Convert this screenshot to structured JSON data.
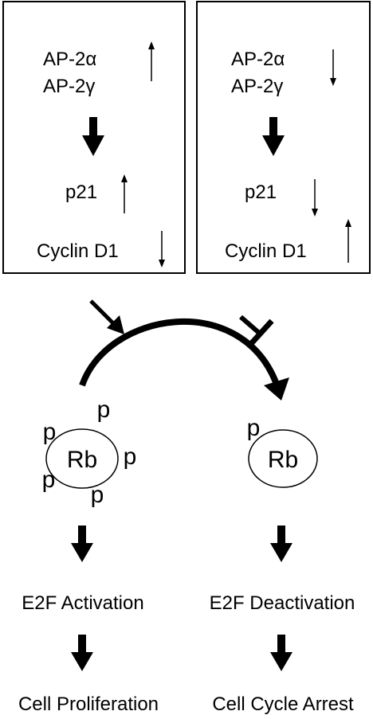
{
  "left_box": {
    "ap2_alpha": "AP-2α",
    "ap2_gamma": "AP-2γ",
    "p21": "p21",
    "cyclin_d1": "Cyclin D1"
  },
  "right_box": {
    "ap2_alpha": "AP-2α",
    "ap2_gamma": "AP-2γ",
    "p21": "p21",
    "cyclin_d1": "Cyclin D1"
  },
  "left_rb": {
    "label": "Rb",
    "phosphate": "p"
  },
  "right_rb": {
    "label": "Rb",
    "phosphate": "p"
  },
  "left_pathway": {
    "e2f": "E2F Activation",
    "outcome": "Cell Proliferation"
  },
  "right_pathway": {
    "e2f": "E2F Deactivation",
    "outcome": "Cell Cycle Arrest"
  },
  "colors": {
    "stroke": "#000000",
    "background": "#ffffff"
  }
}
